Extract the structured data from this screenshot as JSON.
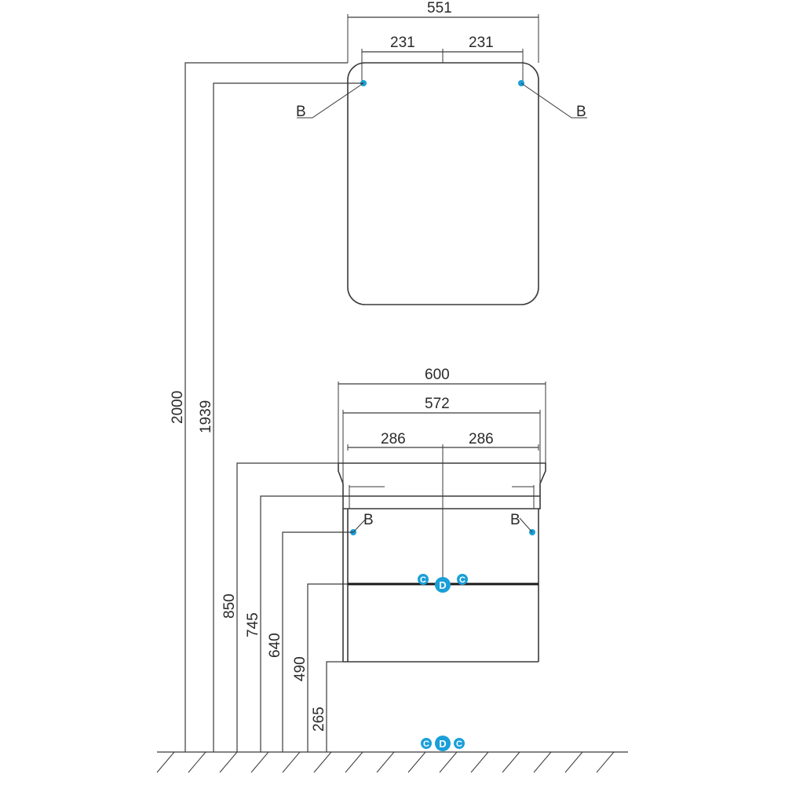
{
  "mirror": {
    "width": "551",
    "hole_left": "231",
    "hole_right": "231",
    "mount_left": "B",
    "mount_right": "B"
  },
  "cabinet": {
    "width_outer": "600",
    "width_inner": "572",
    "hole_left": "286",
    "hole_right": "286",
    "mount_left": "B",
    "mount_right": "B"
  },
  "heights": {
    "top_total": "2000",
    "mirror_mount": "1939",
    "cabinet_top": "850",
    "cabinet_rail": "745",
    "cabinet_mount": "640",
    "drawer_divider": "490",
    "cabinet_bottom": "265"
  },
  "connections": {
    "cold": "C",
    "drain": "D",
    "hot": "C"
  },
  "colors": {
    "line": "#3a3a3a",
    "marker": "#1a9fd8"
  }
}
